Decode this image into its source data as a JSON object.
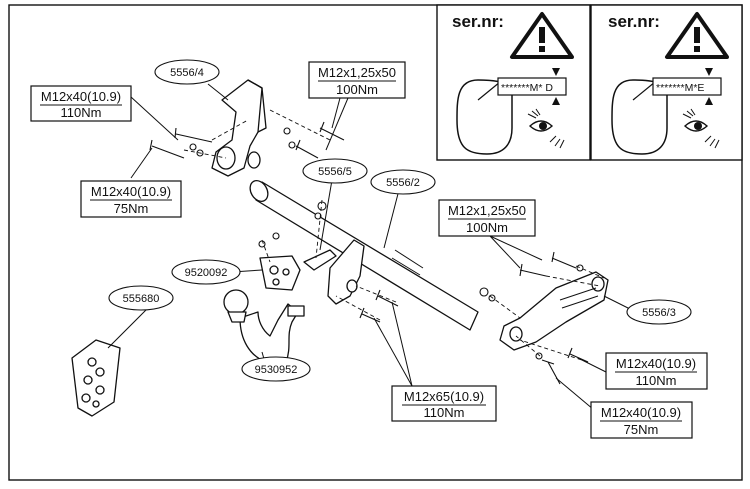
{
  "serial_panels": [
    {
      "heading": "ser.nr:",
      "code": "*******M* D"
    },
    {
      "heading": "ser.nr:",
      "code": "*******M*E"
    }
  ],
  "spec_boxes": [
    {
      "id": "spec-top-left",
      "size": "M12x40(10.9)",
      "torque": "110Nm"
    },
    {
      "id": "spec-mid-left",
      "size": "M12x40(10.9)",
      "torque": "75Nm"
    },
    {
      "id": "spec-top-center",
      "size": "M12x1,25x50",
      "torque": "100Nm"
    },
    {
      "id": "spec-right-upper",
      "size": "M12x1,25x50",
      "torque": "100Nm"
    },
    {
      "id": "spec-bottom-center",
      "size": "M12x65(10.9)",
      "torque": "110Nm"
    },
    {
      "id": "spec-right-mid",
      "size": "M12x40(10.9)",
      "torque": "110Nm"
    },
    {
      "id": "spec-right-bottom",
      "size": "M12x40(10.9)",
      "torque": "75Nm"
    }
  ],
  "part_labels": [
    {
      "id": "part-5556-4",
      "text": "5556/4"
    },
    {
      "id": "part-5556-5",
      "text": "5556/5"
    },
    {
      "id": "part-5556-2",
      "text": "5556/2"
    },
    {
      "id": "part-5556-3",
      "text": "5556/3"
    },
    {
      "id": "part-9520092",
      "text": "9520092"
    },
    {
      "id": "part-555680",
      "text": "555680"
    },
    {
      "id": "part-9530952",
      "text": "9530952"
    }
  ],
  "icons": [
    "warning-icon",
    "eye-icon"
  ],
  "colors": {
    "line": "#111111",
    "background": "#ffffff"
  }
}
